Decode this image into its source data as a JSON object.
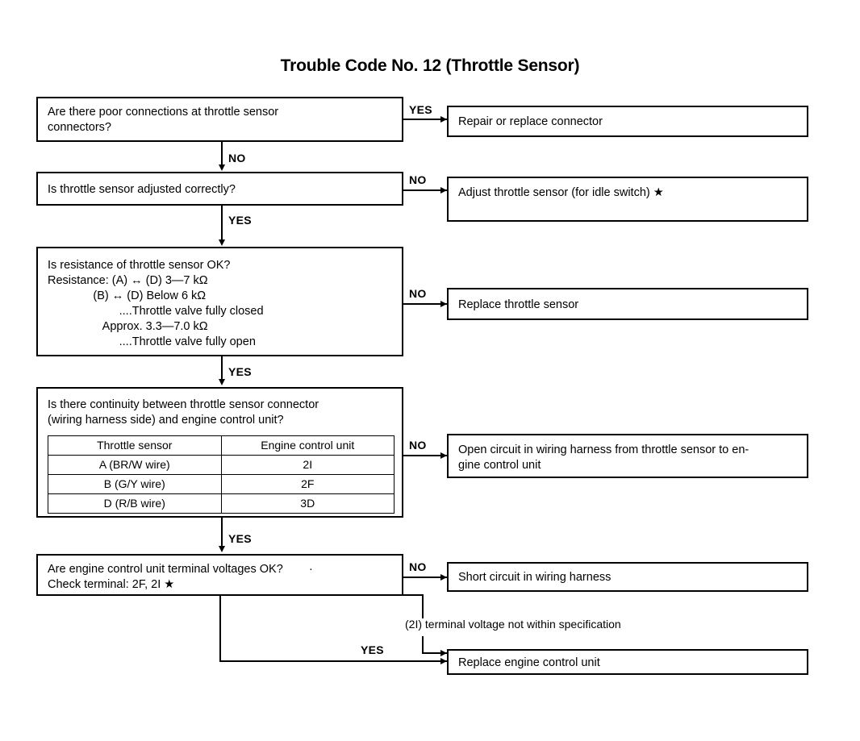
{
  "title": "Trouble Code No. 12 (Throttle Sensor)",
  "steps": [
    {
      "id": "q1",
      "question": "Are there poor connections at throttle sensor\nconnectors?",
      "branch_label": "YES",
      "down_label": "NO",
      "outcome": "Repair or replace connector"
    },
    {
      "id": "q2",
      "question": "Is throttle sensor adjusted correctly?",
      "branch_label": "NO",
      "down_label": "YES",
      "outcome": "Adjust throttle sensor (for idle switch) ★"
    },
    {
      "id": "q3",
      "question": "Is resistance of throttle sensor OK?\nResistance: (A) ↔ (D) 3—7 kΩ\n              (B) ↔ (D) Below 6 kΩ\n                      ....Throttle valve fully closed\n                 Approx. 3.3—7.0 kΩ\n                      ....Throttle valve fully open",
      "branch_label": "NO",
      "down_label": "YES",
      "outcome": "Replace throttle sensor"
    },
    {
      "id": "q4",
      "question": "Is there continuity between throttle sensor connector\n(wiring harness side) and engine control unit?",
      "branch_label": "NO",
      "down_label": "YES",
      "outcome": "Open circuit in wiring harness from throttle sensor to en-\ngine control unit"
    },
    {
      "id": "q5",
      "question": "Are engine control unit terminal voltages OK?        ·\nCheck terminal: 2F, 2I ★",
      "branch_label": "NO",
      "down_label": "YES",
      "outcome": "Short circuit in wiring harness"
    }
  ],
  "continuity_table": {
    "headers": [
      "Throttle sensor",
      "Engine control unit"
    ],
    "rows": [
      [
        "A (BR/W wire)",
        "2I"
      ],
      [
        "B (G/Y wire)",
        "2F"
      ],
      [
        "D (R/B wire)",
        "3D"
      ]
    ]
  },
  "annotation": "(2I) terminal voltage not within specification",
  "final": {
    "label": "YES",
    "outcome": "Replace engine control unit"
  }
}
